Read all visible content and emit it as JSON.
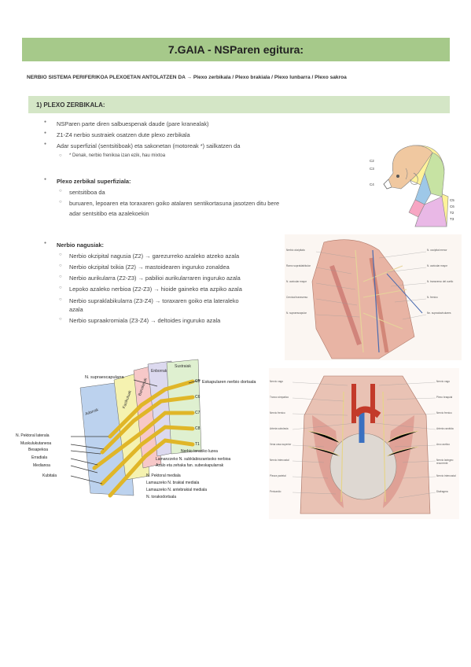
{
  "title": "7.GAIA - NSParen egitura:",
  "subtitle": "NERBIO SISTEMA PERIFERIKOA PLEXOETAN ANTOLATZEN DA → Plexo zerbikala / Plexo brakiala / Plexo lunbarra / Plexo sakroa",
  "section1": {
    "heading": "1) PLEXO ZERBIKALA:",
    "bullets": [
      "NSParen parte diren salbuespenak daude (pare kranealak)",
      "Z1-Z4 nerbio sustraiek osatzen dute plexo zerbikala",
      "Adar superfizial (sentsitiboak) eta sakonetan (motoreak *) sailkatzen da"
    ],
    "note": "* Denak, nerbio frenikoa izan ezik, hau mixtoa",
    "superficial": {
      "heading": "Plexo zerbikal superfiziala:",
      "items": [
        "sentsitiboa da",
        "buruaren, lepoaren eta toraxaren goiko atalaren sentikortasuna jasotzen ditu bere",
        "adar sentsitibo eta azalekoekin"
      ]
    },
    "main_nerves": {
      "heading": "Nerbio nagusiak:",
      "items": [
        "Nerbio okzipital nagusia (Z2) → garezurreko azaleko atzeko azala",
        "Nerbio okzipital txikia (Z2) → mastoidearen inguruko zonaldea",
        "Nerbio aurikularra (Z2-Z3) → pabilioi aurikularraren inguruko azala",
        "Lepoko azaleko nerbioa (Z2-Z3) → hioide gaineko eta azpiko azala",
        "Nerbio supraklabikularra (Z3-Z4) → toraxaren goiko eta lateraleko",
        "azala",
        "Nerbio supraakromiala (Z3-Z4) → deltoides inguruko azala"
      ]
    }
  },
  "dermatome_figure": {
    "labels": [
      "C2",
      "C3",
      "C4",
      "C5",
      "C6",
      "T2",
      "T3"
    ]
  },
  "plexus_diagram": {
    "top_labels": [
      "N. supraescapularra",
      "Eskapularen nerbio dortsala"
    ],
    "columns": [
      "Adarrak",
      "Fasikuluak",
      "Banaketak",
      "Enborrak",
      "Sustraiak"
    ],
    "roots": [
      "C5",
      "C6",
      "C7",
      "C8",
      "T1"
    ],
    "left_labels": [
      "N. Pektoral laterala",
      "Muskulukutaneoa",
      "Besapekoa",
      "Erradiala",
      "Medianoa",
      "Kubitala"
    ],
    "bottom_labels": [
      "Nerbio torasiko luzea",
      "Lamanzzeko N. subklabiozantsoko nerbioa",
      "Azalo eta zehaka fan. subeskapularrak",
      "N. Pektoral mediala",
      "Lamauzeko N. brakial mediala",
      "Lamauzeko N. antebrakial mediala",
      "N. torakodortsala"
    ]
  },
  "neck_labels": {
    "left": [
      "Nerbio okzipitala",
      "Ramo supraklabikular",
      "N. auricular mayor",
      "Cervical transverso",
      "N. supraescapular"
    ],
    "right": [
      "N. occipital menor",
      "N. auricular mayor",
      "N. transverso del cuello",
      "N. frenico",
      "Nn. supraclaviculares"
    ]
  },
  "thorax_labels": {
    "left": [
      "Nervio vago",
      "Tronco simpatico",
      "Nervio frenico",
      "Arteria subclavia",
      "Vena cava superior",
      "Nervio intercostal",
      "Pleura parietal",
      "Pericardio"
    ],
    "right": [
      "Nervio vago",
      "Plexo braquial",
      "Nervio frenico",
      "Arteria carotida",
      "Arco aortico",
      "Nervio laringeo recurrente",
      "Nervio intercostal",
      "Diafragma"
    ]
  }
}
